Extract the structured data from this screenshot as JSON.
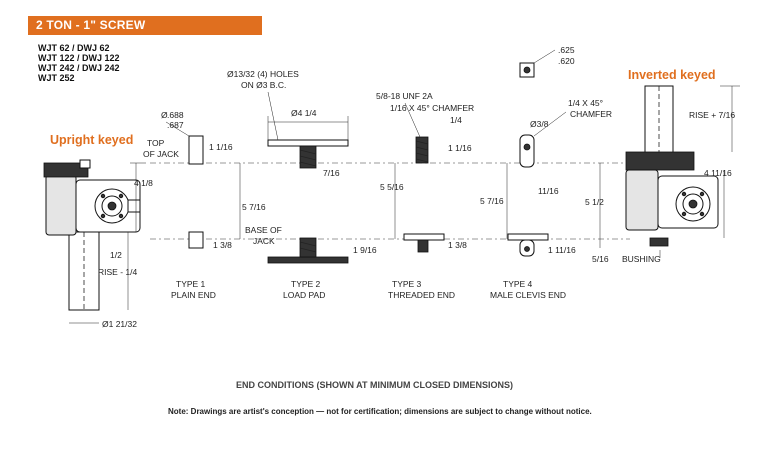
{
  "header": {
    "title": "2 TON - 1\" SCREW",
    "color": "#e06f1f"
  },
  "models": [
    "WJT 62 / DWJ 62",
    "WJT 122 / DWJ 122",
    "WJT 242 / DWJ 242",
    "WJT 252"
  ],
  "labels": {
    "upright": "Upright keyed",
    "inverted": "Inverted keyed",
    "top_of_jack_1": "TOP",
    "top_of_jack_2": "OF JACK",
    "base_of_jack_1": "BASE OF",
    "base_of_jack_2": "JACK",
    "holes_1": "Ø13/32 (4) HOLES",
    "holes_2": "ON Ø3 B.C.",
    "thread": "5/8-18 UNF 2A",
    "chamfer1": "1/16 X 45° CHAMFER",
    "chamfer2_1": "1/4 X 45°",
    "chamfer2_2": "CHAMFER",
    "clevis_hole": "Ø3/8",
    "bushing": "BUSHING"
  },
  "dimensions": {
    "d625": ".625",
    "d620": ".620",
    "d688": ".688",
    "d687": ".687",
    "phi_prefix": "Ø",
    "d1_16a": "1 1/16",
    "d4_1_8": "4 1/8",
    "d1_2": "1/2",
    "rise_minus": "RISE - 1/4",
    "phi_1_21_32": "Ø1 21/32",
    "phi_4_1_4": "Ø4 1/4",
    "d7_16": "7/16",
    "d5_7_16a": "5 7/16",
    "d1_3_8a": "1 3/8",
    "d1_9_16": "1 9/16",
    "d5_5_16": "5 5/16",
    "d1_4": "1/4",
    "d1_16b": "1 1/16",
    "d1_3_8b": "1 3/8",
    "d5_7_16b": "5 7/16",
    "d11_16": "11/16",
    "d5_1_2": "5 1/2",
    "d1_11_16": "1 11/16",
    "rise_plus": "RISE + 7/16",
    "d4_11_16": "4 11/16",
    "d5_16": "5/16"
  },
  "types": [
    {
      "title": "TYPE 1",
      "name": "PLAIN END"
    },
    {
      "title": "TYPE 2",
      "name": "LOAD PAD"
    },
    {
      "title": "TYPE 3",
      "name": "THREADED END"
    },
    {
      "title": "TYPE 4",
      "name": "MALE CLEVIS END"
    }
  ],
  "caption": "END CONDITIONS (SHOWN AT MINIMUM CLOSED DIMENSIONS)",
  "note": "Note: Drawings are artist's conception — not for certification; dimensions are subject to change without notice."
}
